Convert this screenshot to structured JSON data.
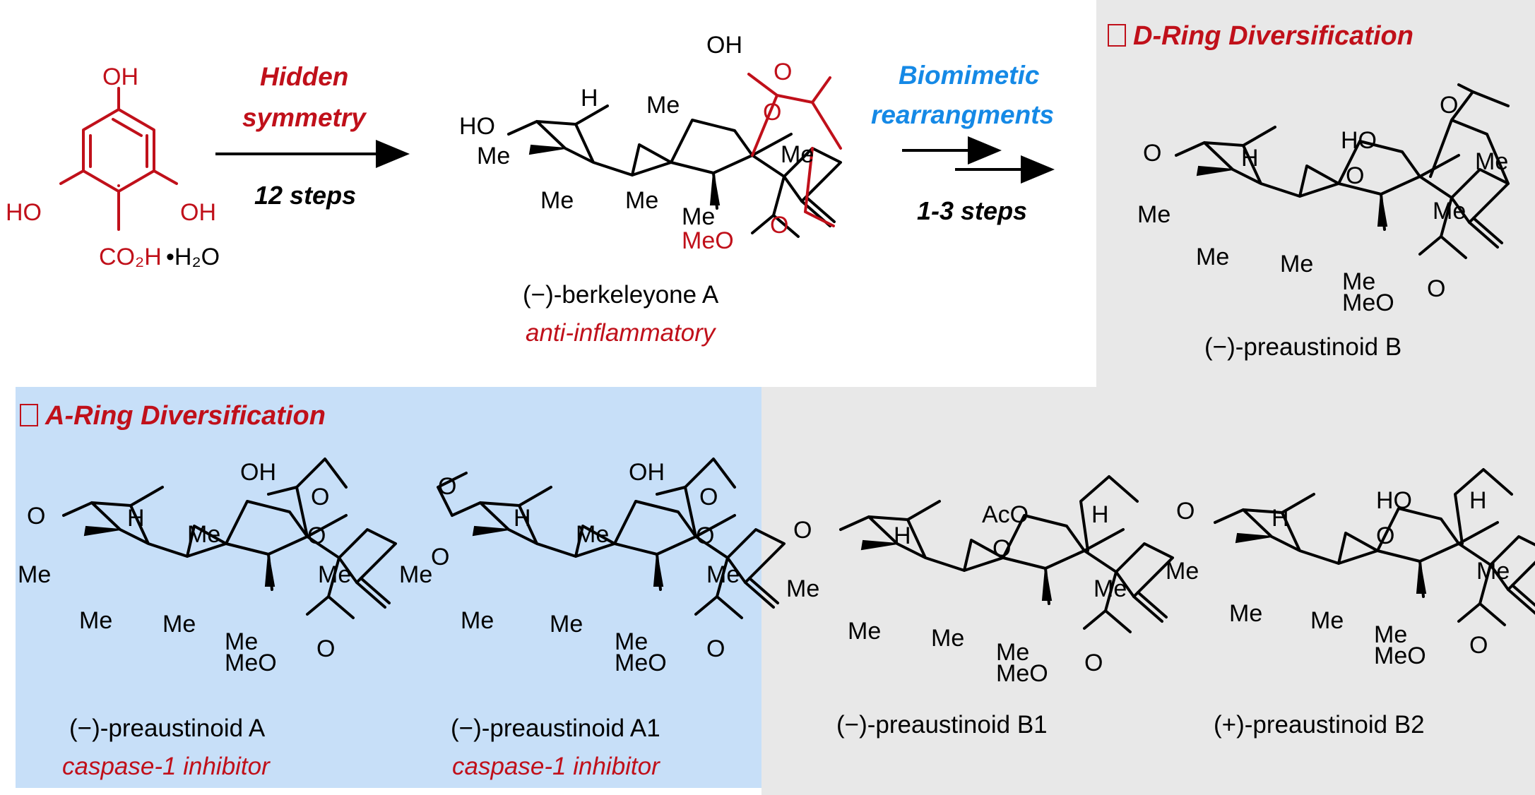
{
  "arrow1": {
    "label_line1": "Hidden",
    "label_line2": "symmetry",
    "steps": "12 steps"
  },
  "arrow2": {
    "label_line1": "Biomimetic",
    "label_line2": "rearrangments",
    "steps": "1-3 steps"
  },
  "start_material": {
    "OH_top": "OH",
    "OH_left": "HO",
    "OH_right": "OH",
    "acid": "CO₂H",
    "hydrate": "•H₂O"
  },
  "berkeleyone": {
    "name": "(−)-berkeleyone A",
    "activity": "anti-inflammatory"
  },
  "sections": {
    "d_ring": "D-Ring Diversification",
    "a_ring": "A-Ring Diversification"
  },
  "compounds": [
    {
      "name": "(−)-preaustinoid B",
      "activity": ""
    },
    {
      "name": "(−)-preaustinoid A",
      "activity": "caspase-1 inhibitor"
    },
    {
      "name": "(−)-preaustinoid A1",
      "activity": "caspase-1 inhibitor"
    },
    {
      "name": "(−)-preaustinoid B1",
      "activity": ""
    },
    {
      "name": "(+)-preaustinoid B2",
      "activity": ""
    }
  ],
  "atom_labels": {
    "OH": "OH",
    "HO": "HO",
    "Me": "Me",
    "H": "H",
    "O": "O",
    "MeO": "MeO",
    "AcO": "AcO"
  },
  "colors": {
    "accent_red": "#c0101a",
    "accent_blue": "#1589e6",
    "panel_gray": "#e8e8e8",
    "panel_blue": "#c7dff8"
  }
}
